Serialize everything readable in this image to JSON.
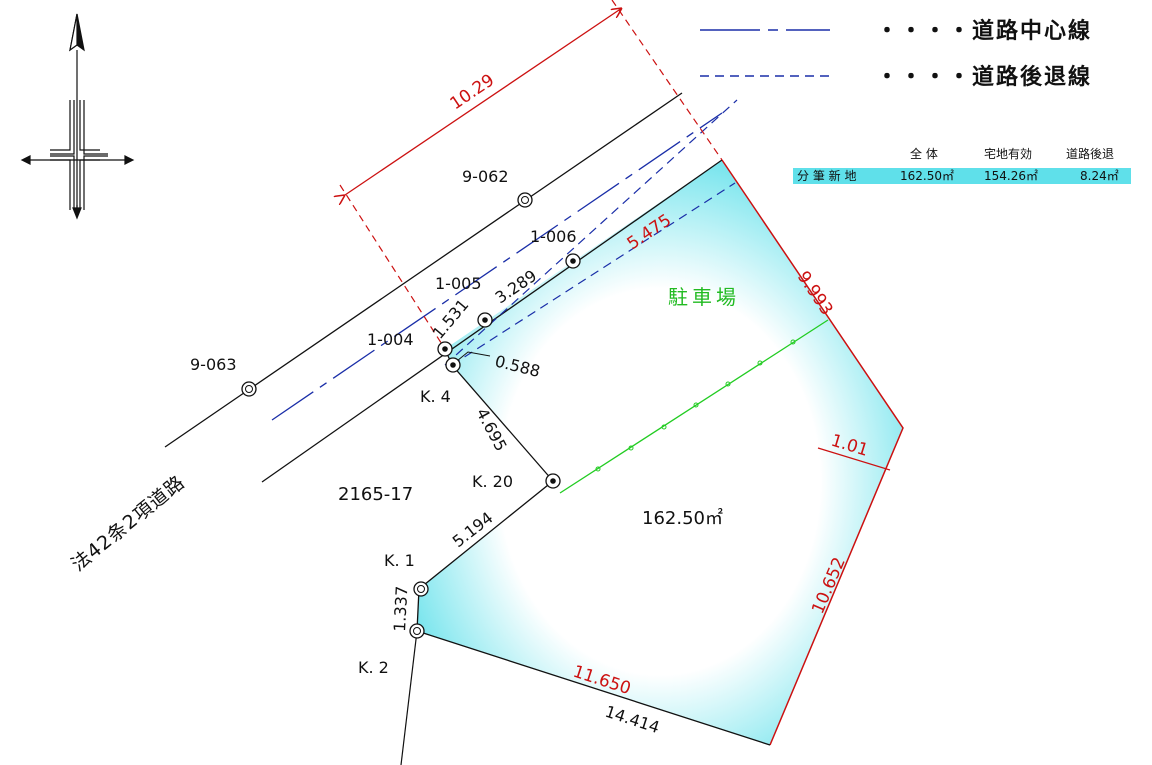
{
  "legend": {
    "center_line": "・・・・道路中心線",
    "setback_line": "・・・・道路後退線"
  },
  "area_table": {
    "headers": [
      "全 体",
      "宅地有効",
      "道路後退"
    ],
    "row_label": "分 筆 新 地",
    "row_values": [
      "162.50㎡",
      "154.26㎡",
      "8.24㎡"
    ]
  },
  "road_label": "法42条2項道路",
  "lot_number": "2165-17",
  "parcel_area": "162.50㎡",
  "parking_label": "駐車場",
  "points": {
    "p_9062": "9-062",
    "p_9063": "9-063",
    "p_1006": "1-006",
    "p_1005": "1-005",
    "p_1004": "1-004",
    "k4": "K. 4",
    "k20": "K. 20",
    "k1": "K. 1",
    "k2": "K. 2"
  },
  "dimensions": {
    "d_10_29": "10.29",
    "d_5_475": "5.475",
    "d_9_993": "9.993",
    "d_1_01": "1.01",
    "d_10_652": "10.652",
    "d_11_650": "11.650",
    "d_14_414": "14.414",
    "d_3_289": "3.289",
    "d_1_531": "1.531",
    "d_0_588": "0.588",
    "d_4_695": "4.695",
    "d_5_194": "5.194",
    "d_1_337": "1.337"
  },
  "colors": {
    "parcel_fill": "#5fe0ea",
    "boundary_red": "#cc1111",
    "center_line_blue": "#1a2ea8",
    "division_green": "#22cc22"
  }
}
